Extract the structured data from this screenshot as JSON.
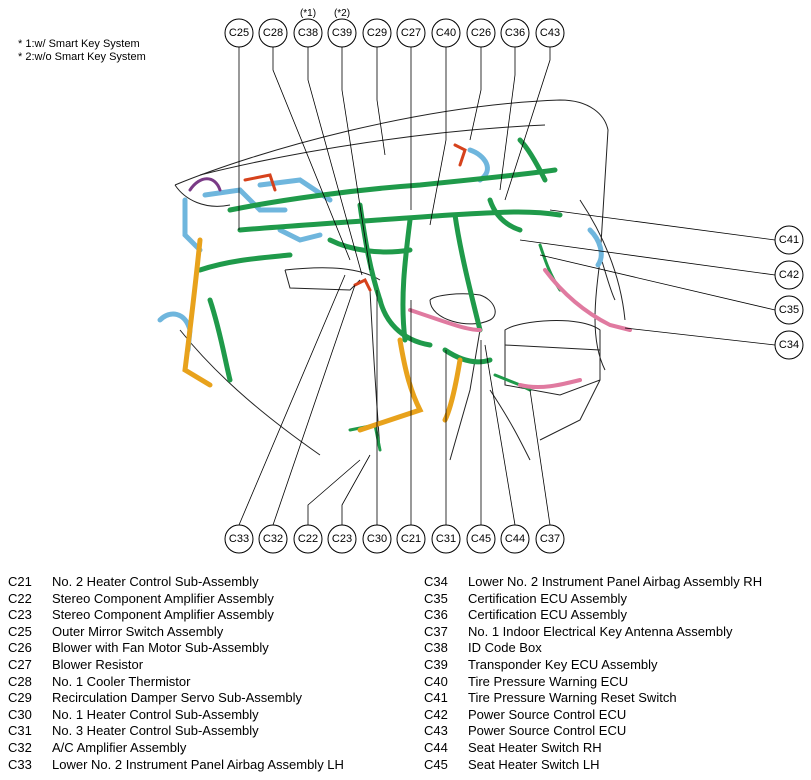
{
  "footnotes": [
    "* 1:w/ Smart Key System",
    "* 2:w/o Smart Key System"
  ],
  "top_callouts": [
    {
      "code": "C25",
      "note": ""
    },
    {
      "code": "C28",
      "note": ""
    },
    {
      "code": "C38",
      "note": "(*1)"
    },
    {
      "code": "C39",
      "note": "(*2)"
    },
    {
      "code": "C29",
      "note": ""
    },
    {
      "code": "C27",
      "note": ""
    },
    {
      "code": "C40",
      "note": ""
    },
    {
      "code": "C26",
      "note": ""
    },
    {
      "code": "C36",
      "note": ""
    },
    {
      "code": "C43",
      "note": ""
    }
  ],
  "right_callouts": [
    "C41",
    "C42",
    "C35",
    "C34"
  ],
  "bottom_callouts": [
    "C33",
    "C32",
    "C22",
    "C23",
    "C30",
    "C21",
    "C31",
    "C45",
    "C44",
    "C37"
  ],
  "legend_left": [
    {
      "code": "C21",
      "name": "No. 2 Heater Control Sub-Assembly"
    },
    {
      "code": "C22",
      "name": "Stereo Component Amplifier Assembly"
    },
    {
      "code": "C23",
      "name": "Stereo Component Amplifier Assembly"
    },
    {
      "code": "C25",
      "name": "Outer Mirror Switch Assembly"
    },
    {
      "code": "C26",
      "name": "Blower with Fan Motor Sub-Assembly"
    },
    {
      "code": "C27",
      "name": "Blower Resistor"
    },
    {
      "code": "C28",
      "name": "No. 1 Cooler Thermistor"
    },
    {
      "code": "C29",
      "name": "Recirculation Damper Servo Sub-Assembly"
    },
    {
      "code": "C30",
      "name": "No. 1 Heater Control Sub-Assembly"
    },
    {
      "code": "C31",
      "name": "No. 3 Heater Control Sub-Assembly"
    },
    {
      "code": "C32",
      "name": "A/C Amplifier Assembly"
    },
    {
      "code": "C33",
      "name": "Lower No. 2 Instrument Panel Airbag Assembly LH"
    }
  ],
  "legend_right": [
    {
      "code": "C34",
      "name": "Lower No. 2 Instrument Panel Airbag Assembly RH"
    },
    {
      "code": "C35",
      "name": "Certification ECU Assembly"
    },
    {
      "code": "C36",
      "name": "Certification ECU Assembly"
    },
    {
      "code": "C37",
      "name": "No. 1 Indoor Electrical Key Antenna Assembly"
    },
    {
      "code": "C38",
      "name": "ID Code Box"
    },
    {
      "code": "C39",
      "name": "Transponder Key ECU Assembly"
    },
    {
      "code": "C40",
      "name": "Tire Pressure Warning ECU"
    },
    {
      "code": "C41",
      "name": "Tire Pressure Warning Reset Switch"
    },
    {
      "code": "C42",
      "name": "Power Source Control ECU"
    },
    {
      "code": "C43",
      "name": "Power Source Control ECU"
    },
    {
      "code": "C44",
      "name": "Seat Heater Switch RH"
    },
    {
      "code": "C45",
      "name": "Seat Heater Switch LH"
    }
  ],
  "colors": {
    "harness_main": "#1f9a4a",
    "duct": "#6fb6dd",
    "harness_orange": "#e8a21c",
    "harness_pink": "#e07aa0",
    "harness_red": "#d6421c"
  }
}
